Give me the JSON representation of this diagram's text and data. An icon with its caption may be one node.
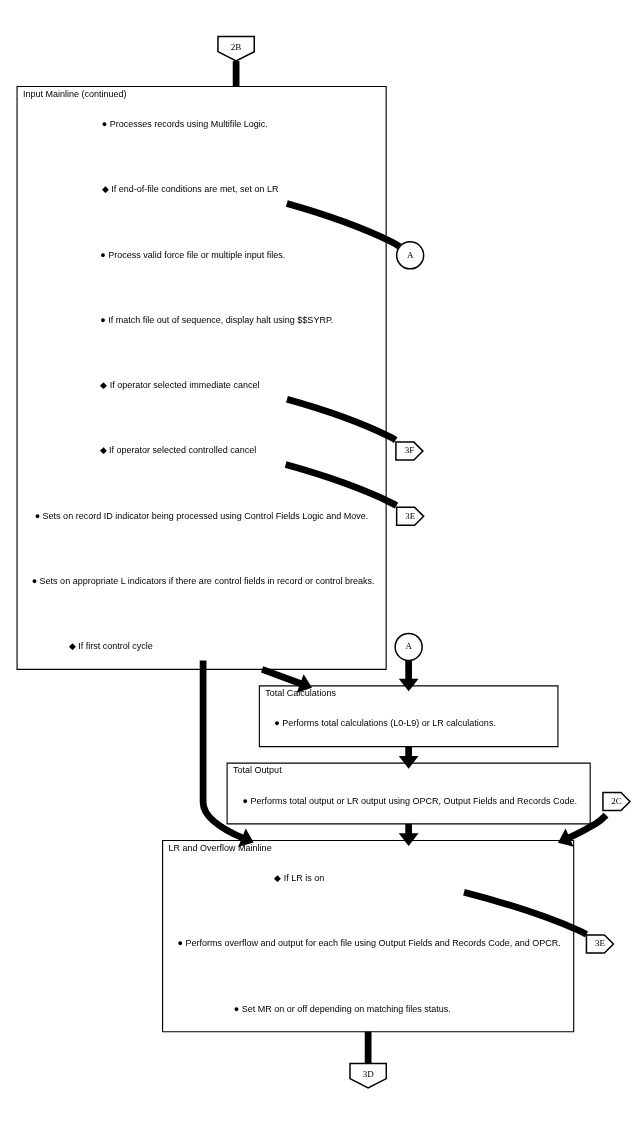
{
  "diagram": {
    "nodes": [
      {
        "text": [
          "2B"
        ]
      },
      {
        "text": [
          "Input Mainline (continued)"
        ]
      },
      {
        "text": [
          "● Processes records using Multifile Logic."
        ],
        "in": 1
      },
      {
        "text": [
          "◆ If end-of-file conditions are met, set on LR"
        ],
        "in": 1
      },
      {
        "text": [
          "● Process valid force file or multiple input files."
        ],
        "in": 1
      },
      {
        "text": [
          "● If match file out of sequence, display halt using $$SYRP."
        ],
        "in": 1
      },
      {
        "text": [
          "◆ If operator selected immediate cancel"
        ],
        "in": 1
      },
      {
        "text": [
          "◆ If operator selected controlled cancel"
        ],
        "in": 1
      },
      {
        "text": [
          "● Sets on record ID indicator being processed using Control Fields Logic and Move."
        ],
        "in": 1
      },
      {
        "text": [
          "● Sets on appropriate L indicators if there are control fields in record or control breaks."
        ],
        "in": 1
      },
      {
        "text": [
          "◆ If first control cycle"
        ],
        "in": 1
      },
      {
        "text": [
          "A"
        ]
      },
      {
        "text": [
          "3F"
        ]
      },
      {
        "text": [
          "3E"
        ]
      },
      {
        "text": [
          "A"
        ]
      },
      {
        "text": [
          "Total Calculations"
        ]
      },
      {
        "text": [
          "● Performs total calculations (L0-L9) or LR calculations."
        ],
        "in": 15
      },
      {
        "text": [
          "Total Output"
        ]
      },
      {
        "text": [
          "● Performs total output or LR output using OPCR, Output Fields and Records Code."
        ],
        "in": 17
      },
      {
        "text": [
          "2C"
        ]
      },
      {
        "text": [
          "LR and Overflow Mainline"
        ]
      },
      {
        "text": [
          "◆ If LR is on"
        ],
        "in": 20
      },
      {
        "text": [
          "● Performs overflow and output for each file using Output Fields and Records Code, and OPCR."
        ],
        "in": 20
      },
      {
        "text": [
          "● Set MR on or off depending on matching files status."
        ],
        "in": 20
      },
      {
        "text": [
          "3E"
        ]
      },
      {
        "text": [
          "3D"
        ]
      }
    ],
    "edges": [
      {
        "from": 0,
        "to": 1,
        "arrow": "none"
      },
      {
        "from": 3,
        "to": 11,
        "arrow": "none"
      },
      {
        "from": 6,
        "to": 12,
        "arrow": "none"
      },
      {
        "from": 7,
        "to": 13,
        "arrow": "none"
      },
      {
        "from": 1,
        "to": 15,
        "arrow": "to"
      },
      {
        "from": 14,
        "to": 15,
        "arrow": "to"
      },
      {
        "from": 10,
        "to": 20,
        "arrow": "to"
      },
      {
        "from": 15,
        "to": 17,
        "arrow": "to"
      },
      {
        "from": 17,
        "to": 20,
        "arrow": "to"
      },
      {
        "from": 19,
        "to": 20,
        "arrow": "to"
      },
      {
        "from": 21,
        "to": 24,
        "arrow": "none"
      },
      {
        "from": 20,
        "to": 25,
        "arrow": "none"
      }
    ]
  }
}
